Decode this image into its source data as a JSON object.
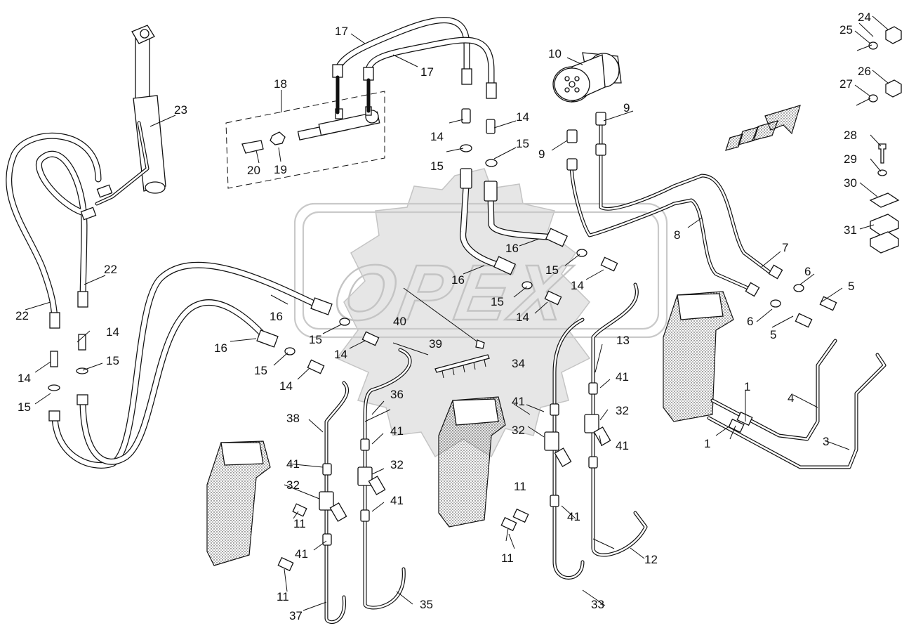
{
  "watermark": {
    "text": "OPEX"
  },
  "callouts": [
    {
      "label": "1"
    },
    {
      "label": "1"
    },
    {
      "label": "3"
    },
    {
      "label": "4"
    },
    {
      "label": "5"
    },
    {
      "label": "5"
    },
    {
      "label": "6"
    },
    {
      "label": "6"
    },
    {
      "label": "7"
    },
    {
      "label": "8"
    },
    {
      "label": "9"
    },
    {
      "label": "9"
    },
    {
      "label": "10"
    },
    {
      "label": "11"
    },
    {
      "label": "11"
    },
    {
      "label": "11"
    },
    {
      "label": "11"
    },
    {
      "label": "12"
    },
    {
      "label": "13"
    },
    {
      "label": "14"
    },
    {
      "label": "14"
    },
    {
      "label": "14"
    },
    {
      "label": "14"
    },
    {
      "label": "14"
    },
    {
      "label": "14"
    },
    {
      "label": "14"
    },
    {
      "label": "14"
    },
    {
      "label": "15"
    },
    {
      "label": "15"
    },
    {
      "label": "15"
    },
    {
      "label": "15"
    },
    {
      "label": "15"
    },
    {
      "label": "15"
    },
    {
      "label": "15"
    },
    {
      "label": "15"
    },
    {
      "label": "16"
    },
    {
      "label": "16"
    },
    {
      "label": "16"
    },
    {
      "label": "16"
    },
    {
      "label": "17"
    },
    {
      "label": "17"
    },
    {
      "label": "18"
    },
    {
      "label": "19"
    },
    {
      "label": "20"
    },
    {
      "label": "22"
    },
    {
      "label": "22"
    },
    {
      "label": "23"
    },
    {
      "label": "24"
    },
    {
      "label": "25"
    },
    {
      "label": "26"
    },
    {
      "label": "27"
    },
    {
      "label": "28"
    },
    {
      "label": "29"
    },
    {
      "label": "30"
    },
    {
      "label": "31"
    },
    {
      "label": "32"
    },
    {
      "label": "32"
    },
    {
      "label": "32"
    },
    {
      "label": "32"
    },
    {
      "label": "33"
    },
    {
      "label": "34"
    },
    {
      "label": "35"
    },
    {
      "label": "36"
    },
    {
      "label": "37"
    },
    {
      "label": "38"
    },
    {
      "label": "39"
    },
    {
      "label": "40"
    },
    {
      "label": "41"
    },
    {
      "label": "41"
    },
    {
      "label": "41"
    },
    {
      "label": "41"
    },
    {
      "label": "41"
    },
    {
      "label": "41"
    },
    {
      "label": "41"
    },
    {
      "label": "41"
    }
  ]
}
